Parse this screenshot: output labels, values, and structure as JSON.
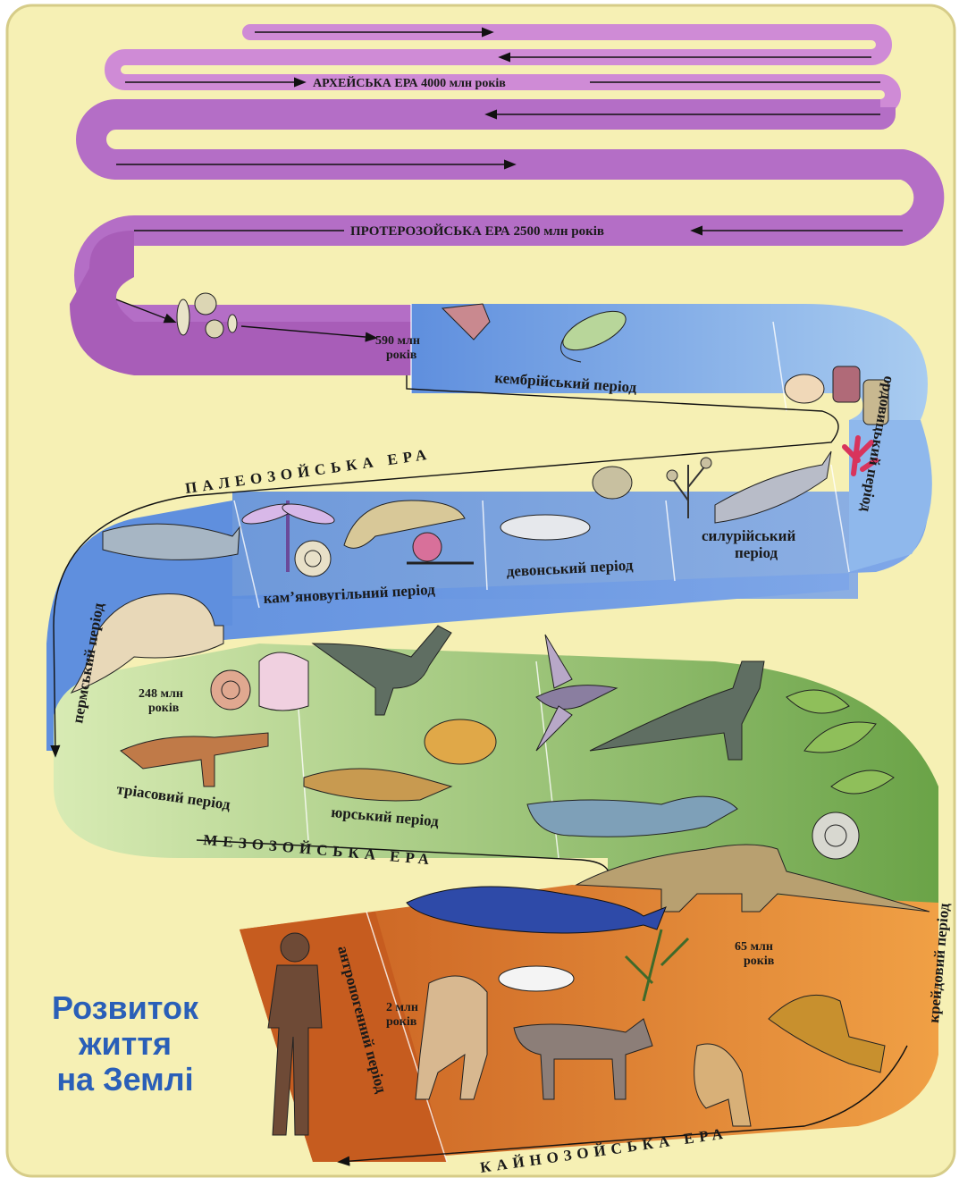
{
  "title": {
    "line1": "Розвиток",
    "line2": "життя",
    "line3": "на Землі"
  },
  "colors": {
    "background": "#f6f0b4",
    "archean": "#cf8bd6",
    "proterozoic": "#a85db8",
    "paleozoic_light": "#a9ccf0",
    "paleozoic_dark": "#5f8fde",
    "mesozoic_light": "#d8ebb4",
    "mesozoic_dark": "#6aa347",
    "cenozoic_light": "#f0a045",
    "cenozoic_dark": "#c65c1f",
    "title": "#2a5fb8"
  },
  "eras": {
    "archean": "АРХЕЙСЬКА ЕРА 4000 млн років",
    "proterozoic": "ПРОТЕРОЗОЙСЬКА ЕРА 2500 млн років",
    "paleozoic": "ПАЛЕОЗОЙСЬКА ЕРА",
    "mesozoic": "МЕЗОЗОЙСЬКА ЕРА",
    "cenozoic": "КАЙНОЗОЙСЬКА ЕРА"
  },
  "periods": {
    "cambrian": "кембрійський період",
    "ordovician": "ордовицький період",
    "silurian_1": "силурійський",
    "silurian_2": "період",
    "devonian": "девонський період",
    "carboniferous": "кам’яновугільний період",
    "permian": "пермський період",
    "triassic": "тріасовий період",
    "jurassic": "юрський період",
    "cretaceous": "крейдовий період",
    "anthropogene": "антропогенний період"
  },
  "time_marks": {
    "m590_1": "590 млн",
    "m590_2": "років",
    "m248_1": "248 млн",
    "m248_2": "років",
    "m65_1": "65 млн",
    "m65_2": "років",
    "m2_1": "2 млн",
    "m2_2": "років"
  },
  "icons": [
    "early-life-icon",
    "trilobite-icon",
    "shell-icon",
    "coral-icon",
    "fish-icon",
    "dragonfly-icon",
    "amphibian-icon",
    "ammonite-icon",
    "snail-icon",
    "dimetrodon-icon",
    "dinosaur-icon",
    "bird-icon",
    "mammal-icon",
    "plant-icon",
    "whale-icon",
    "monkey-icon",
    "horse-icon",
    "human-icon",
    "kangaroo-icon"
  ]
}
